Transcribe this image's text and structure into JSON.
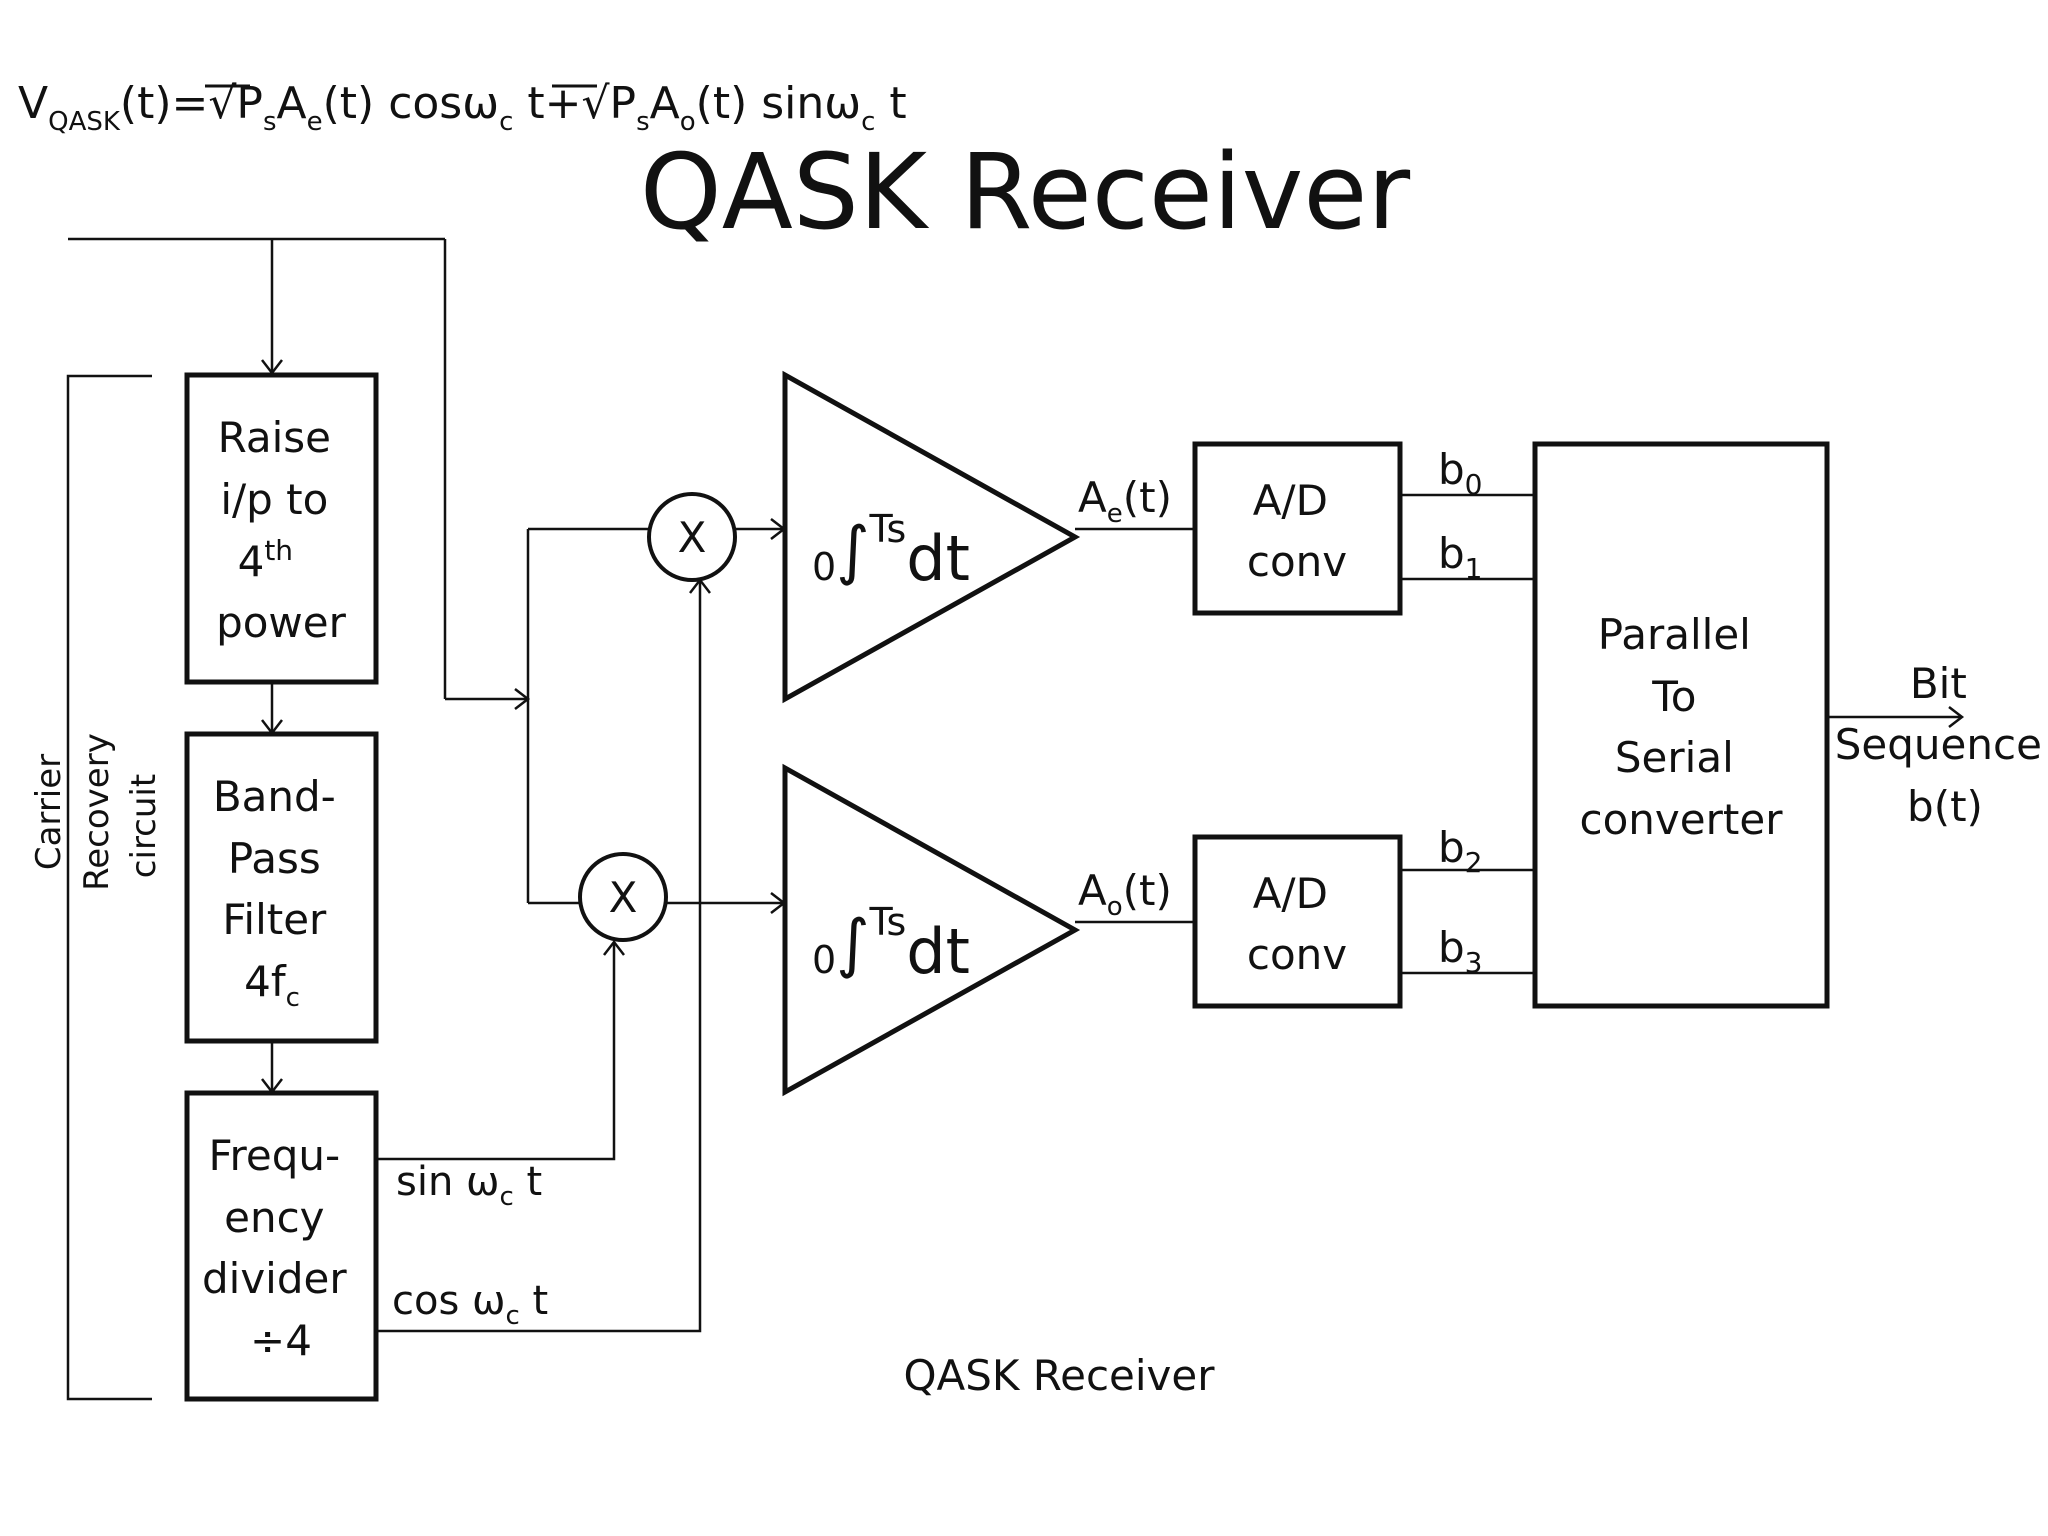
{
  "equation": {
    "V": "V",
    "V_sub": "QASK",
    "t_eq": "(t)=",
    "sqrt1": "√",
    "Ps1": "P",
    "Ps1_sub": "s",
    "A1": "A",
    "A1_sub": "e",
    "mid1": "(t) cosω",
    "c1": "c",
    "mid2": " t+",
    "sqrt2": "√",
    "Ps2": "P",
    "Ps2_sub": "s",
    "A2": "A",
    "A2_sub": "o",
    "mid3": "(t) sinω",
    "c2": "c",
    "end": " t"
  },
  "title": "QASK Receiver",
  "caption": "QASK Receiver",
  "carrier_recovery": {
    "line1": "Carrier",
    "line2": "Recovery",
    "line3": "circuit"
  },
  "blocks": {
    "raise": [
      "Raise",
      "i/p to",
      "4",
      "th",
      "power"
    ],
    "bpf": [
      "Band-",
      "Pass",
      "Filter",
      "4f",
      "c"
    ],
    "divider": [
      "Frequ-",
      "ency",
      "divider",
      "÷4"
    ],
    "ad_top": [
      "A/D",
      "conv"
    ],
    "ad_bottom": [
      "A/D",
      "conv"
    ],
    "p2s": [
      "Parallel",
      "To",
      "Serial",
      "converter"
    ]
  },
  "multipliers": {
    "top": "X",
    "bottom": "X"
  },
  "integrators": {
    "lower_limit": "0",
    "integral": "∫",
    "upper_limit": "Ts",
    "dt": "dt"
  },
  "signals": {
    "sin": "sin ω",
    "sin_sub": "c",
    "sin_t": " t",
    "cos": "cos ω",
    "cos_sub": "c",
    "cos_t": " t",
    "ae": "A",
    "ae_sub": "e",
    "ae_t": "(t)",
    "ao": "A",
    "ao_sub": "o",
    "ao_t": "(t)",
    "b0": "b",
    "b0_sub": "0",
    "b1": "b",
    "b1_sub": "1",
    "b2": "b",
    "b2_sub": "2",
    "b3": "b",
    "b3_sub": "3"
  },
  "output": {
    "line1": "Bit",
    "line2": "Sequence",
    "line3": "b(t)"
  }
}
